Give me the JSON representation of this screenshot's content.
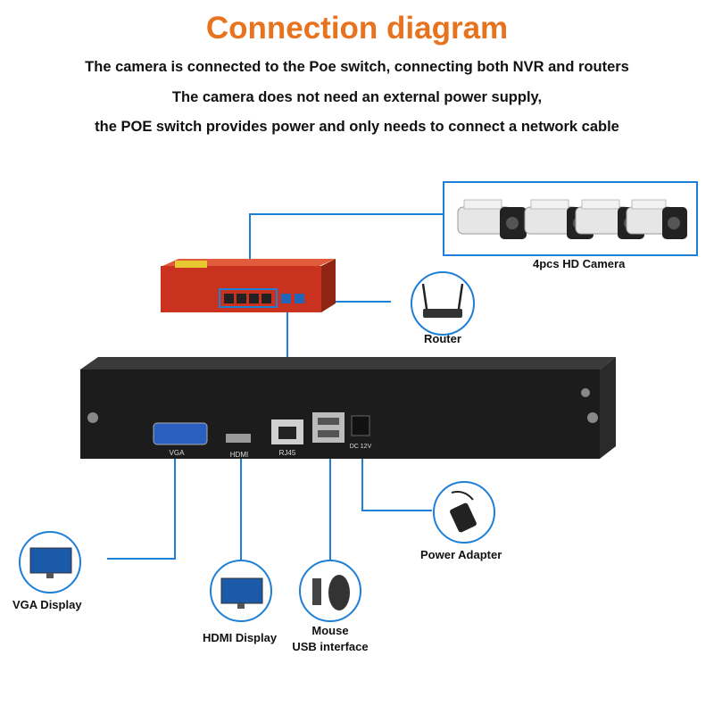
{
  "header": {
    "title": "Connection diagram",
    "line1": "The camera is connected to the Poe switch, connecting both NVR and routers",
    "line2": "The camera does not need an external power supply,",
    "line3": "the POE switch provides power and only needs to connect a network cable"
  },
  "devices": {
    "camera_label": "4pcs HD Camera",
    "router_label": "Router",
    "power_adapter_label": "Power Adapter",
    "vga_display_label": "VGA Display",
    "hdmi_display_label": "HDMI Display",
    "mouse_label_line1": "Mouse",
    "mouse_label_line2": "USB interface"
  },
  "nvr_ports": {
    "vga": "VGA",
    "hdmi": "HDMI",
    "rj45": "RJ45",
    "dc": "DC 12V"
  },
  "colors": {
    "title": "#e8731f",
    "connector_line": "#1e7fd6",
    "switch_body": "#c8321e",
    "nvr_body": "#1c1c1c"
  }
}
